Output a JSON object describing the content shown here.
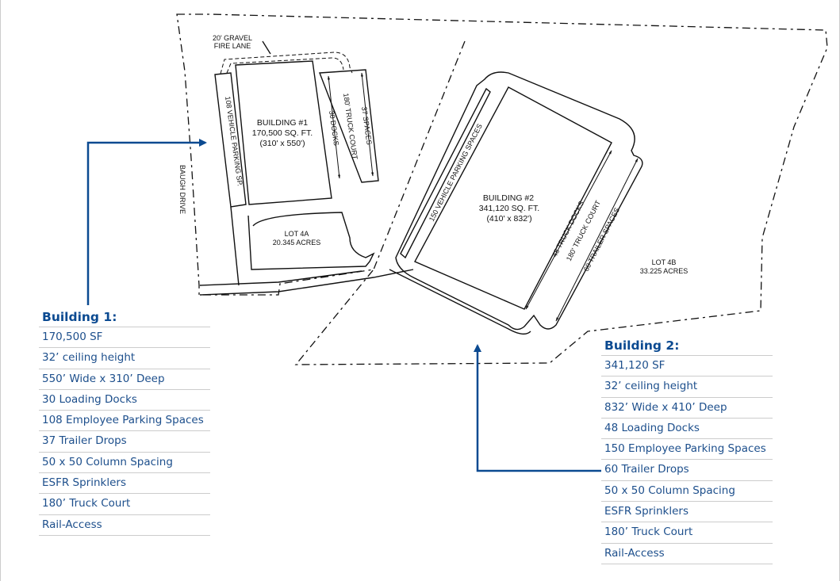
{
  "site_plan": {
    "building1": {
      "name": "BUILDING #1",
      "area": "170,500 SQ. FT.",
      "dims": "(310' x 550')"
    },
    "building2": {
      "name": "BUILDING #2",
      "area": "341,120 SQ. FT.",
      "dims": "(410' x 832')"
    },
    "labels": {
      "fire_lane_1": "20' GRAVEL",
      "fire_lane_2": "FIRE LANE",
      "b1_parking": "108 VEHICLE PARKING SP.",
      "b1_docks": "30 DOCKS",
      "b1_truck_court": "180' TRUCK COURT",
      "b1_spaces": "37 SPACES",
      "road": "BAUGH DRIVE",
      "lot4a_name": "LOT 4A",
      "lot4a_area": "20.345 ACRES",
      "b2_parking": "150 VEHICLE PARKING SPACES",
      "b2_docks": "48 TRUCK DOCKS",
      "b2_truck_court": "180' TRUCK COURT",
      "b2_trailers": "60 TRAILER SPACES",
      "lot4b_name": "LOT 4B",
      "lot4b_area": "33.225 ACRES"
    },
    "accent_color": "#0b4a91"
  },
  "building1_specs": {
    "title": "Building 1:",
    "items": [
      "170,500 SF",
      "32’ ceiling height",
      "550’ Wide x 310’ Deep",
      "30 Loading Docks",
      "108 Employee Parking Spaces",
      "37 Trailer Drops",
      "50 x 50 Column Spacing",
      "ESFR Sprinklers",
      "180’ Truck Court",
      "Rail-Access"
    ]
  },
  "building2_specs": {
    "title": "Building 2:",
    "items": [
      "341,120 SF",
      "32’ ceiling height",
      "832’ Wide x 410’ Deep",
      "48 Loading Docks",
      "150 Employee Parking Spaces",
      "60 Trailer Drops",
      "50 x 50 Column Spacing",
      "ESFR Sprinklers",
      "180’ Truck Court",
      "Rail-Access"
    ]
  }
}
